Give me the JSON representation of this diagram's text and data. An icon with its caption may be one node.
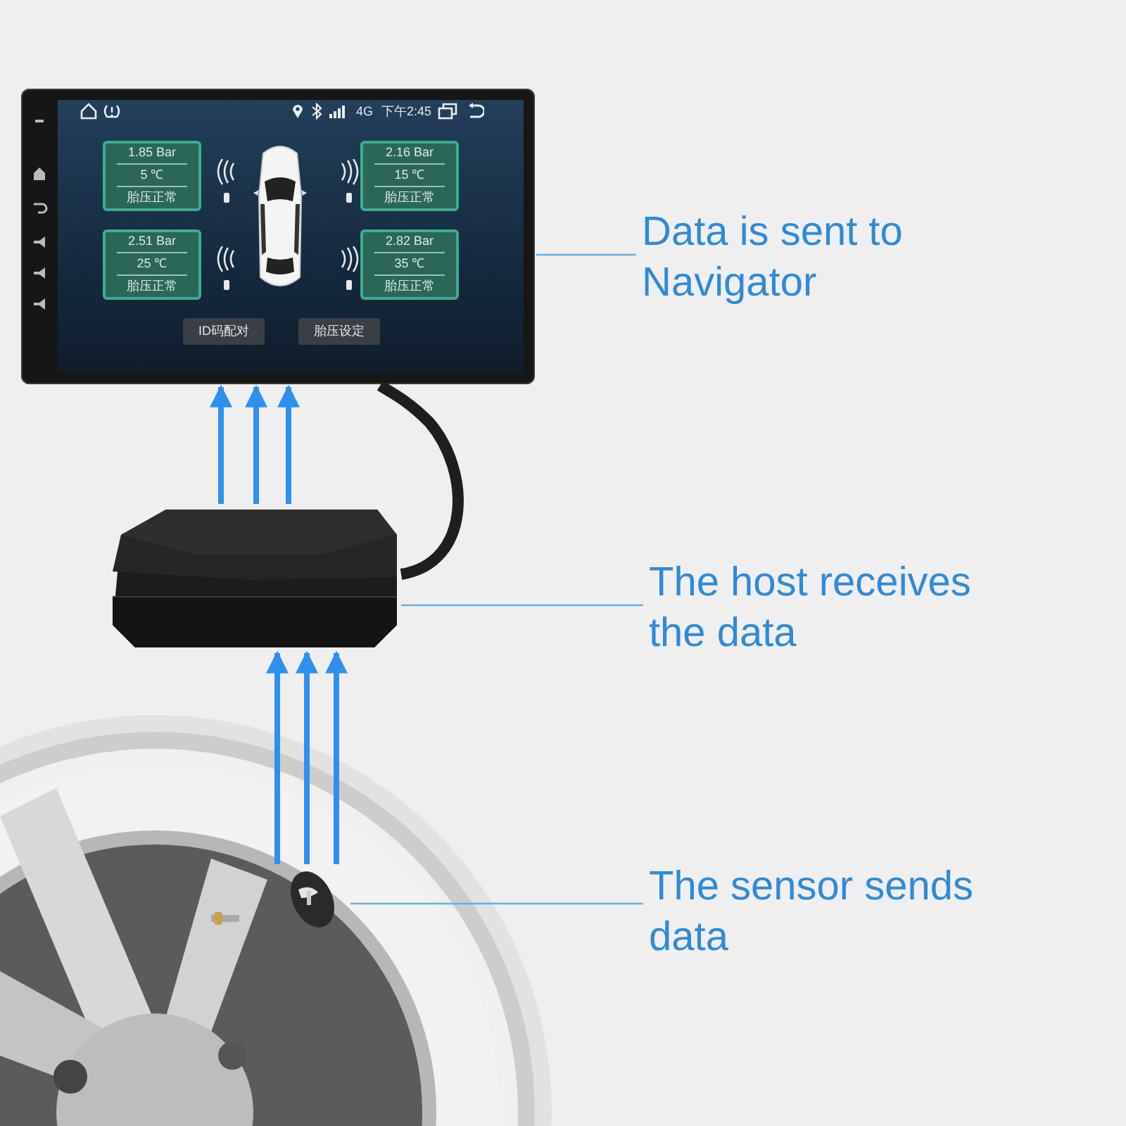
{
  "diagram": {
    "nodes": [
      {
        "text": [],
        "shape": "picture"
      },
      {
        "text": [
          "1.85 Bar",
          "5 ℃",
          "胎压正常"
        ],
        "in": 0
      },
      {
        "text": [
          "2.16 Bar",
          "15 ℃",
          "胎压正常"
        ],
        "in": 0
      },
      {
        "text": [
          "2.51 Bar",
          "25 ℃",
          "胎压正常"
        ],
        "in": 0
      },
      {
        "text": [
          "2.82 Bar",
          "35 ℃",
          "胎压正常"
        ],
        "in": 0
      },
      {
        "text": [
          "ID码配对"
        ],
        "in": 0
      },
      {
        "text": [
          "胎压设定"
        ],
        "in": 0
      },
      {
        "text": [],
        "shape": "picture"
      },
      {
        "text": [],
        "shape": "picture"
      },
      {
        "text": [],
        "shape": "picture",
        "in": 8
      },
      {
        "text": [
          "Data is sent to Navigator"
        ]
      },
      {
        "text": [
          "The host receives the data"
        ]
      },
      {
        "text": [
          "The sensor sends data"
        ]
      }
    ],
    "edges": [
      {
        "from": 10,
        "to": 0,
        "arrow": "none"
      },
      {
        "from": 11,
        "to": 7,
        "arrow": "none"
      },
      {
        "from": 12,
        "to": 9,
        "arrow": "none"
      },
      {
        "from": 7,
        "to": 0,
        "arrow": "to"
      },
      {
        "from": 7,
        "to": 0,
        "arrow": "to"
      },
      {
        "from": 7,
        "to": 0,
        "arrow": "to"
      },
      {
        "from": 9,
        "to": 7,
        "arrow": "to"
      },
      {
        "from": 9,
        "to": 7,
        "arrow": "to"
      },
      {
        "from": 9,
        "to": 7,
        "arrow": "to"
      },
      {
        "from": 7,
        "to": 0,
        "arrow": "none",
        "style": "thick",
        "color": "#1e1e1e"
      }
    ],
    "labels": [
      "4G",
      "下午2:45"
    ]
  }
}
